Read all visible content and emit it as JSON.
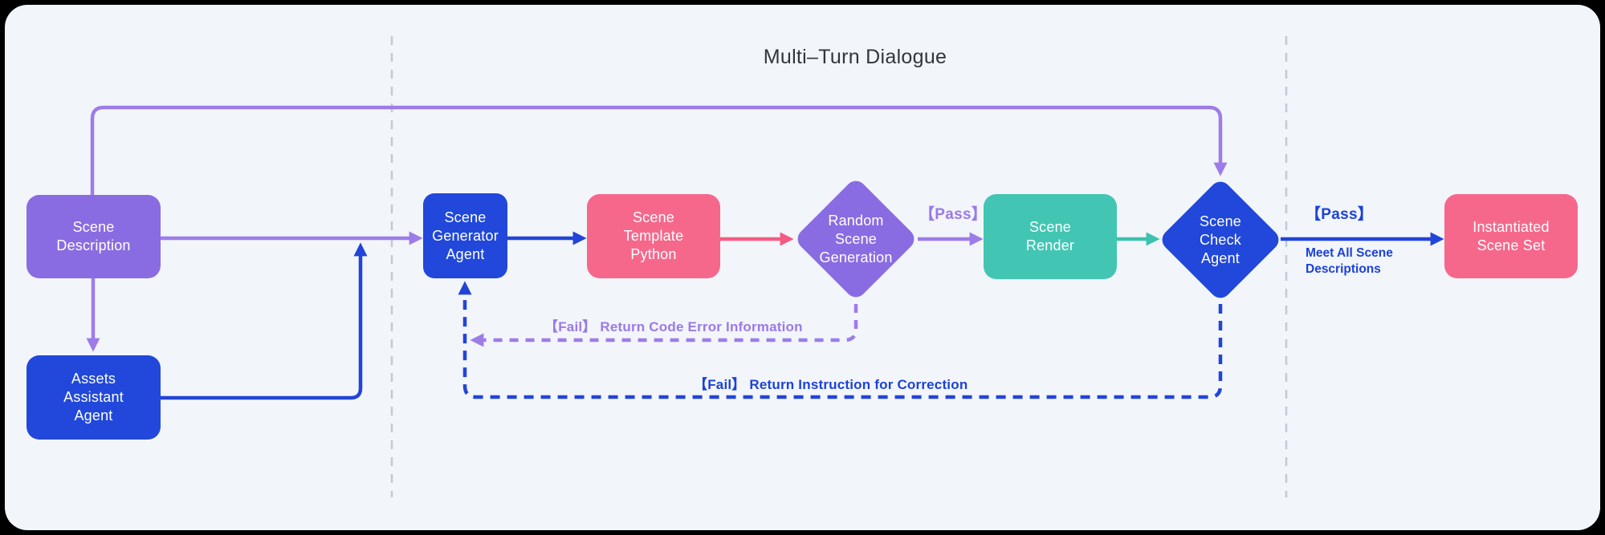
{
  "title": "Multi–Turn Dialogue",
  "colors": {
    "panel_bg": "#f2f5fa",
    "node_purple": "#8a6ce2",
    "node_blue": "#2148da",
    "node_pink": "#f5688c",
    "node_teal": "#42c6b3",
    "arrow_purple": "#9d7ce8",
    "arrow_blue": "#2244d8",
    "arrow_pink": "#f55a82",
    "arrow_teal": "#3cc2ae",
    "label_purple": "#9a7ae8",
    "label_blue": "#1c42d8",
    "separator": "#c3c9d5"
  },
  "nodes": {
    "scene_description": {
      "label": "Scene\nDescription"
    },
    "assets_assistant_agent": {
      "label": "Assets\nAssistant\nAgent"
    },
    "scene_generator_agent": {
      "label": "Scene\nGenerator\nAgent"
    },
    "scene_template_python": {
      "label": "Scene\nTemplate\nPython"
    },
    "random_scene_generation": {
      "label": "Random\nScene\nGeneration"
    },
    "scene_render": {
      "label": "Scene\nRender"
    },
    "scene_check_agent": {
      "label": "Scene\nCheck\nAgent"
    },
    "instantiated_scene_set": {
      "label": "Instantiated\nScene Set"
    }
  },
  "labels": {
    "pass_to_render": "【Pass】",
    "pass_to_set": "【Pass】",
    "meet_all": "Meet All Scene Descriptions",
    "fail_code_error": "【Fail】 Return Code Error Information",
    "fail_instruction": "【Fail】 Return Instruction for Correction"
  }
}
